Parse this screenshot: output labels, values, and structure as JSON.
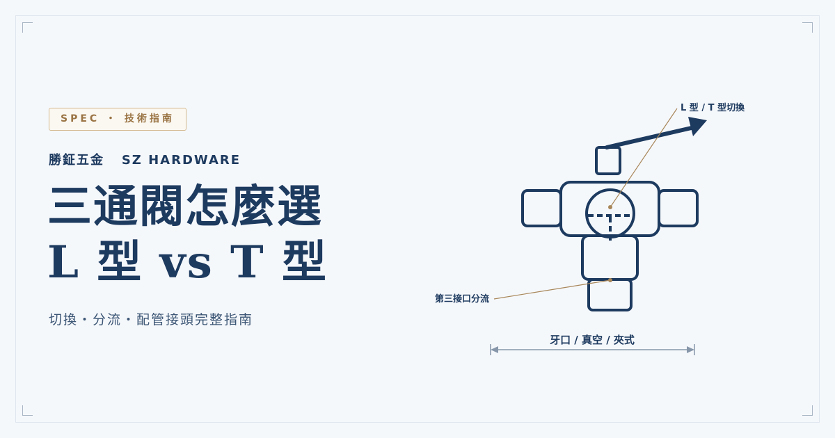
{
  "badge": {
    "label": "SPEC ・ 技術指南"
  },
  "brand": {
    "name_zh": "勝鉦五金",
    "name_en": "SZ HARDWARE"
  },
  "headline": {
    "line1": "三通閥怎麼選",
    "line2": "L 型 vs T 型"
  },
  "subtitle": "切換・分流・配管接頭完整指南",
  "diagram": {
    "callout_top": "L 型 / T 型切換",
    "callout_left": "第三接口分流",
    "dimension_label": "牙口 / 真空 / 夾式"
  },
  "colors": {
    "navy": "#1d3a5f",
    "gold": "#a8875a",
    "background": "#f5f8fb",
    "dimension_gray": "#8797aa"
  }
}
